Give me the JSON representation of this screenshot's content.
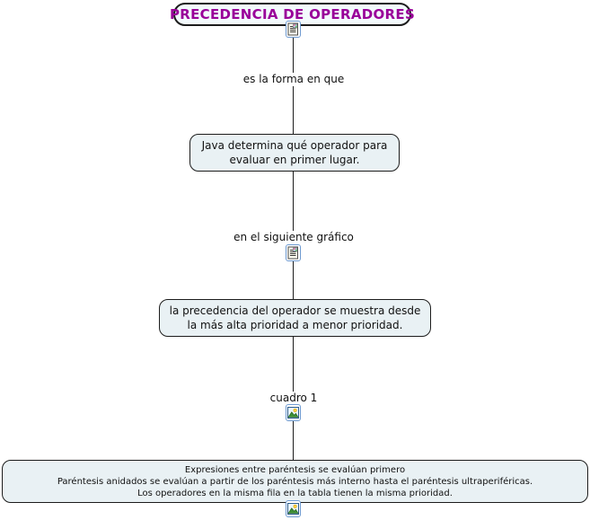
{
  "concept_map": {
    "root": {
      "label": "PRECEDENCIA DE OPERADORES",
      "text_color": "#990099",
      "resource_icon": "document-with-image-icon"
    },
    "linking_phrases": [
      {
        "label": "es la forma en que",
        "icon": "none"
      },
      {
        "label": "en el siguiente gráfico",
        "icon": "document-with-image-icon"
      },
      {
        "label": "cuadro 1",
        "icon": "image-icon"
      }
    ],
    "concepts": [
      {
        "lines": [
          "Java determina qué operador para",
          "evaluar en primer lugar."
        ]
      },
      {
        "lines": [
          "la precedencia del operador se muestra desde",
          "la más alta prioridad a menor prioridad."
        ]
      },
      {
        "lines": [
          "Expresiones entre paréntesis se evalúan primero",
          "Paréntesis anidados se evalúan a partir de los paréntesis más interno hasta el paréntesis ultraperiféricas.",
          "Los operadores en la misma fila en la tabla tienen la misma prioridad."
        ],
        "icon": "image-icon"
      }
    ],
    "colors": {
      "node_fill": "#e9f1f4",
      "node_border": "#1c1c1c",
      "title_fill": "#f3fafc",
      "title_text": "#990099",
      "connector_line": "#1c1c1c",
      "icon_border": "#6f9bd1"
    }
  }
}
